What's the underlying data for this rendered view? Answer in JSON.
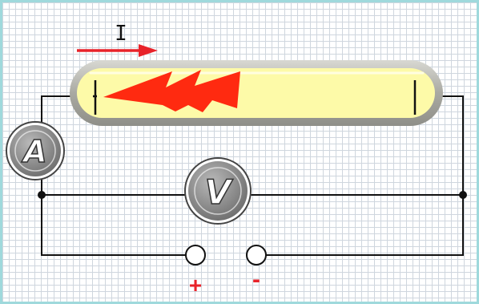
{
  "labels": {
    "current": "I",
    "ammeter": "A",
    "voltmeter": "V",
    "positive_terminal": "+",
    "negative_terminal": "-"
  },
  "colors": {
    "border": "#9fd9dc",
    "grid": "#cfd6de",
    "tube_fill": "#fdfaa8",
    "tube_rim": "#b8b8b0",
    "spark": "#ff2a10",
    "arrow": "#e8232a",
    "terminal_sign": "#e8232a",
    "wire": "#111111",
    "meter_fill": "#8c8c8c"
  },
  "icons": {
    "current_arrow": "arrow-right-icon",
    "discharge": "lightning-spark-icon",
    "ammeter": "ammeter-icon",
    "voltmeter": "voltmeter-icon"
  }
}
